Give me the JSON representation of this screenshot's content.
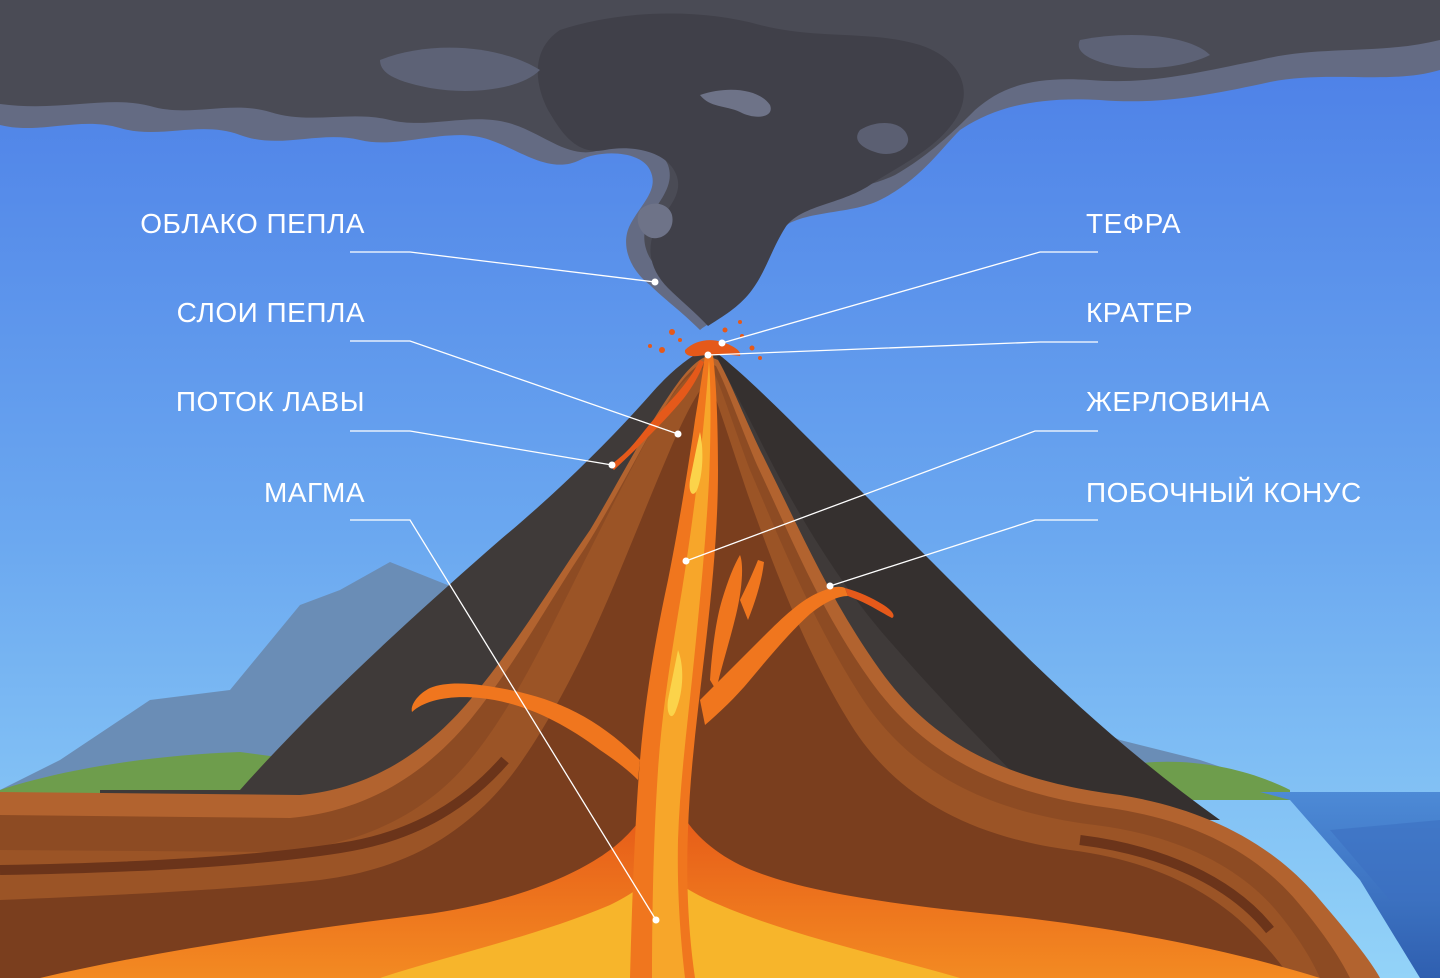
{
  "labels": {
    "ash_cloud": "ОБЛАКО ПЕПЛА",
    "ash_layers": "СЛОИ ПЕПЛА",
    "lava_flow": "ПОТОК ЛАВЫ",
    "magma": "МАГМА",
    "tephra": "ТЕФРА",
    "crater": "КРАТЕР",
    "vent": "ЖЕРЛОВИНА",
    "parasitic_cone": "ПОБОЧНЫЙ КОНУС"
  },
  "colors": {
    "sky_top": "#4a7fe8",
    "sky_bottom": "#8ed0f7",
    "smoke_light": "#6b7185",
    "smoke_dark": "#3f4049",
    "cone_outer": "#3f3a38",
    "ground_brown": "#8f4a22",
    "ground_light": "#b2622e",
    "lava_orange": "#f0761e",
    "lava_yellow": "#f7b52b",
    "mountain_blue": "#6a8db8",
    "grass": "#6a9a4a",
    "sea": "#3b72c4"
  }
}
